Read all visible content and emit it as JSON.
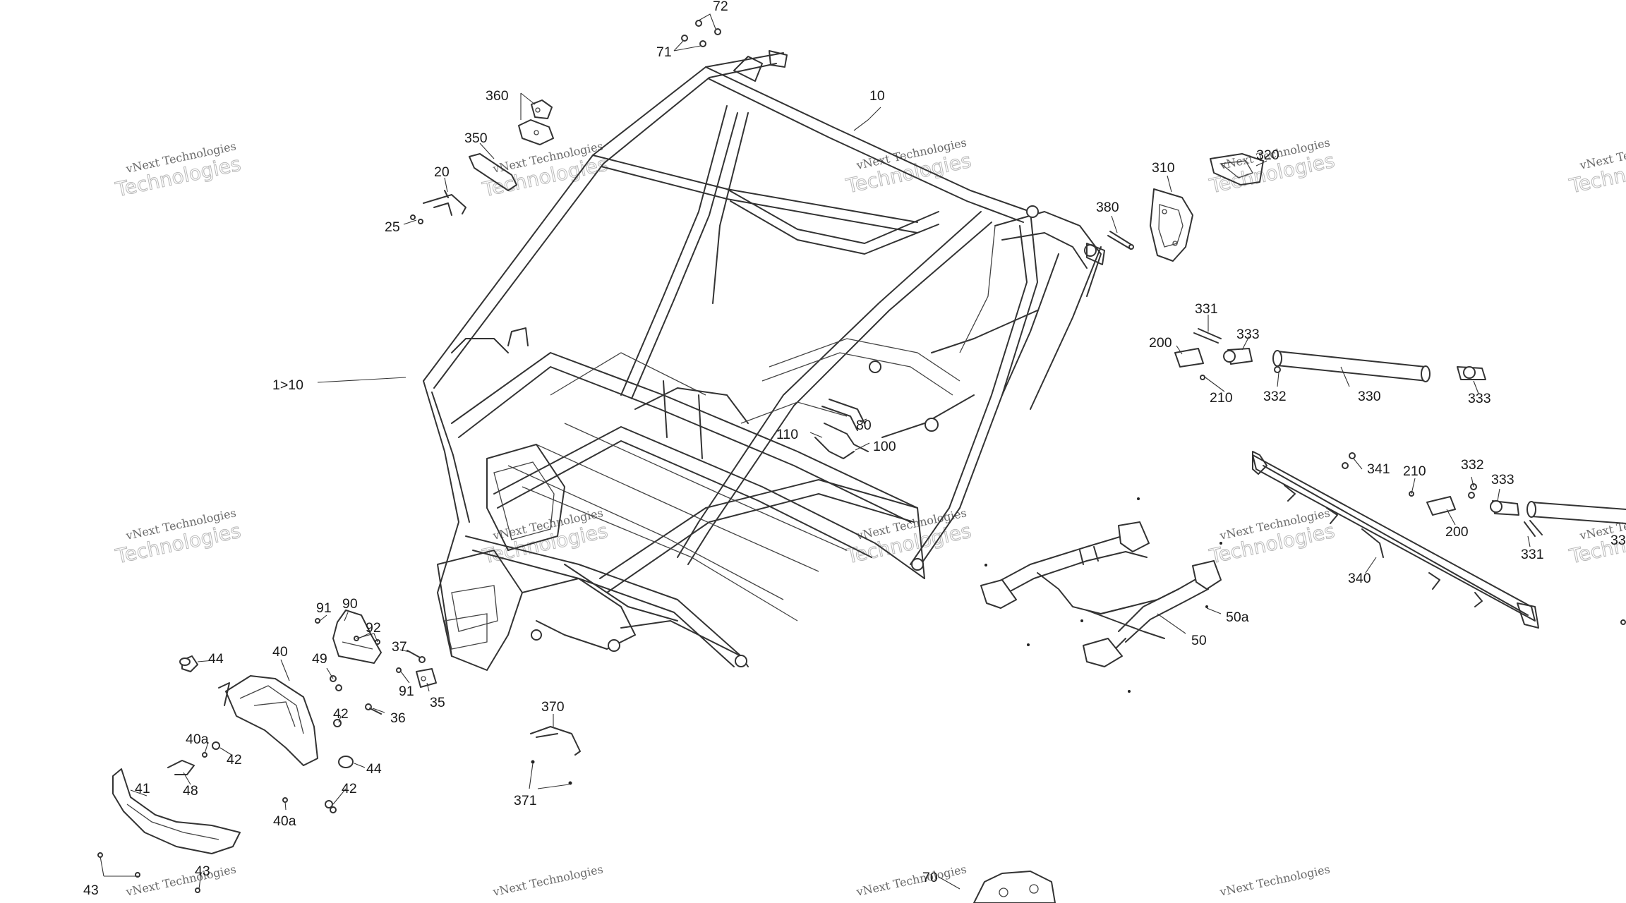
{
  "watermark": {
    "line1": "vNext Technologies",
    "line2": "Technologies",
    "line3": "vNext"
  },
  "callouts": {
    "c72": "72",
    "c71": "71",
    "c360": "360",
    "c350": "350",
    "c20": "20",
    "c25": "25",
    "c10": "10",
    "c1to10": "1>10",
    "c310": "310",
    "c320": "320",
    "c380": "380",
    "c331a": "331",
    "c333a": "333",
    "c200a": "200",
    "c210a": "210",
    "c332a": "332",
    "c330": "330",
    "c333b": "333",
    "c80": "80",
    "c110": "110",
    "c100": "100",
    "c341": "341",
    "c210b": "210",
    "c332b": "332",
    "c333c": "333",
    "c200b": "200",
    "c331b": "331",
    "c340": "340",
    "c50a": "50a",
    "c50": "50",
    "c91a": "91",
    "c90": "90",
    "c92": "92",
    "c44a": "44",
    "c40": "40",
    "c49": "49",
    "c37": "37",
    "c91b": "91",
    "c35": "35",
    "c36": "36",
    "c42a": "42",
    "c40a1": "40a",
    "c42b": "42",
    "c48": "48",
    "c44b": "44",
    "c41": "41",
    "c42c": "42",
    "c40a2": "40a",
    "c370": "370",
    "c371": "371",
    "c43a": "43",
    "c43b": "43",
    "c70": "70",
    "c33": "33"
  },
  "icons": {
    "diagram": "frame-exploded-view"
  }
}
